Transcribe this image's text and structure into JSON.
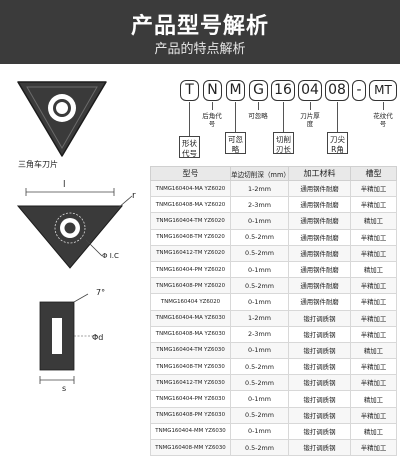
{
  "header": {
    "title": "产品型号解析",
    "subtitle": "产品的特点解析"
  },
  "code_letters": [
    "T",
    "N",
    "M",
    "G",
    "16",
    "04",
    "08",
    "-",
    "MT"
  ],
  "code_labels": [
    {
      "text": "形状代号"
    },
    {
      "text": "后角代号"
    },
    {
      "text": "可忽略"
    },
    {
      "text": "可忽略"
    },
    {
      "text": "切削刃长"
    },
    {
      "text": "刀片厚度"
    },
    {
      "text": "刀尖R角"
    },
    {
      "text": "花纹代号"
    }
  ],
  "diagram": {
    "caption": "三角车刀片",
    "labels": {
      "l": "l",
      "r": "r",
      "ic": "Φ I.C",
      "angle": "7°",
      "d": "Φd",
      "s": "s"
    }
  },
  "table": {
    "headers": [
      "型号",
      "单边切削深（mm）",
      "加工材料",
      "槽型"
    ],
    "rows": [
      [
        "TNMG160404-MA YZ6020",
        "1-2mm",
        "通用钢件耐磨",
        "半精加工"
      ],
      [
        "TNMG160408-MA YZ6020",
        "2-3mm",
        "通用钢件耐磨",
        "半精加工"
      ],
      [
        "TNMG160404-TM YZ6020",
        "0-1mm",
        "通用钢件耐磨",
        "精加工"
      ],
      [
        "TNMG160408-TM YZ6020",
        "0.5-2mm",
        "通用钢件耐磨",
        "半精加工"
      ],
      [
        "TNMG160412-TM YZ6020",
        "0.5-2mm",
        "通用钢件耐磨",
        "半精加工"
      ],
      [
        "TNMG160404-PM YZ6020",
        "0-1mm",
        "通用钢件耐磨",
        "精加工"
      ],
      [
        "TNMG160408-PM YZ6020",
        "0.5-2mm",
        "通用钢件耐磨",
        "半精加工"
      ],
      [
        "TNMG160404    YZ6020",
        "0-1mm",
        "通用钢件耐磨",
        "半精加工"
      ],
      [
        "TNMG160404-MA YZ6030",
        "1-2mm",
        "锻打调质钢",
        "半精加工"
      ],
      [
        "TNMG160408-MA YZ6030",
        "2-3mm",
        "锻打调质钢",
        "半精加工"
      ],
      [
        "TNMG160404-TM YZ6030",
        "0-1mm",
        "锻打调质钢",
        "精加工"
      ],
      [
        "TNMG160408-TM YZ6030",
        "0.5-2mm",
        "锻打调质钢",
        "半精加工"
      ],
      [
        "TNMG160412-TM YZ6030",
        "0.5-2mm",
        "锻打调质钢",
        "半精加工"
      ],
      [
        "TNMG160404-PM YZ6030",
        "0-1mm",
        "锻打调质钢",
        "精加工"
      ],
      [
        "TNMG160408-PM YZ6030",
        "0.5-2mm",
        "锻打调质钢",
        "半精加工"
      ],
      [
        "TNMG160404-MM YZ6030",
        "0-1mm",
        "锻打调质钢",
        "精加工"
      ],
      [
        "TNMG160408-MM YZ6030",
        "0.5-2mm",
        "锻打调质钢",
        "半精加工"
      ]
    ]
  }
}
